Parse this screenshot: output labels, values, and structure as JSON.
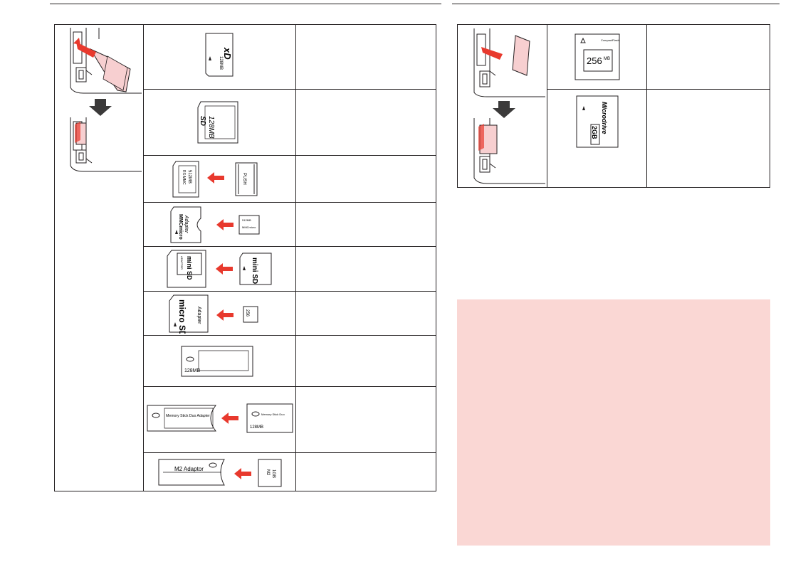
{
  "cards": {
    "xd": {
      "brand": "xD",
      "capacity": "128MB"
    },
    "sd": {
      "brand": "SD",
      "capacity": "128MB"
    },
    "rsmmc": {
      "brand": "RS-MMC",
      "capacity": "512MB",
      "push": "PUSH"
    },
    "mmcmicro": {
      "adapter_brand": "MMCmicro",
      "adapter_label": "Adapter",
      "card_label": "MMCmicro",
      "card_capacity": "512MB"
    },
    "minisd": {
      "adapter_label": "ADAPTER",
      "brand": "mini SD"
    },
    "microsd": {
      "brand": "micro SD",
      "adapter_label": "Adapter",
      "card_capacity": "256"
    },
    "mspro": {
      "capacity": "128MB"
    },
    "msduo": {
      "adapter_label": "Memory Stick Duo Adapter",
      "card_label": "Memory Stick Duo",
      "card_capacity": "128MB"
    },
    "m2": {
      "adapter_label": "M2 Adaptor",
      "card_label": "M2",
      "card_capacity": "1GB"
    },
    "cf": {
      "capacity": "256",
      "unit": "MB",
      "brand": "CompactFlash"
    },
    "microdrive": {
      "capacity": "2GB",
      "brand": "Microdrive"
    }
  },
  "colors": {
    "arrow": "#e8392d",
    "note_bg": "#fad7d4",
    "line": "#231f20",
    "card_fill": "#f7cfd0"
  }
}
